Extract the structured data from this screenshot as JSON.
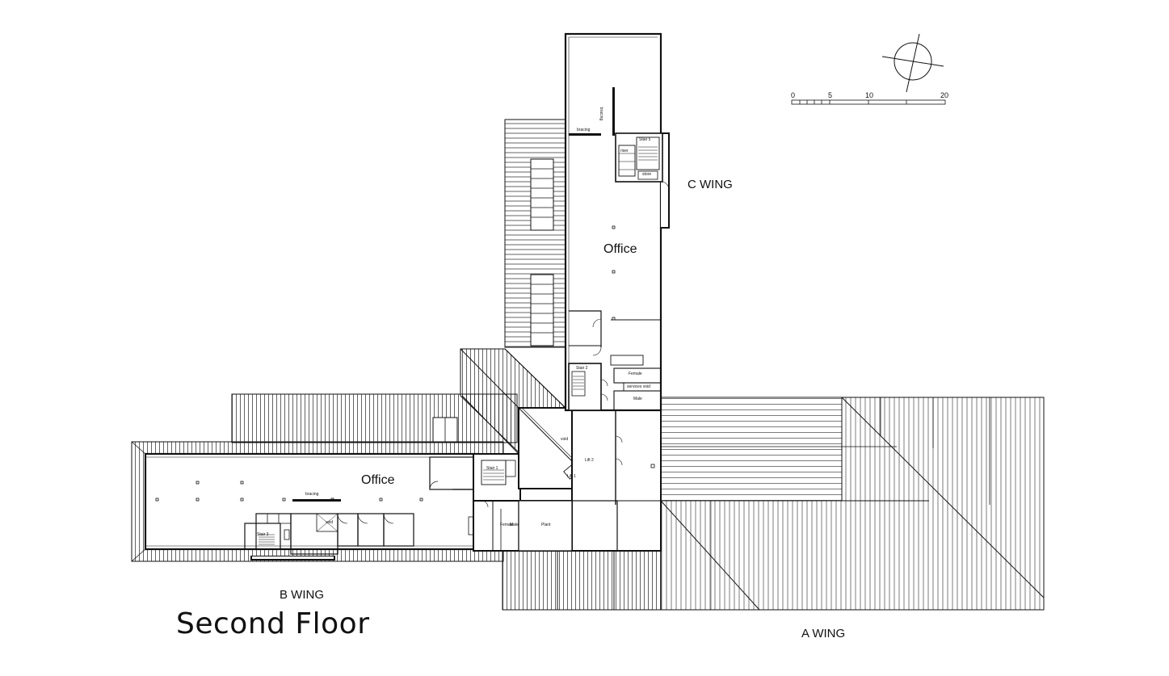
{
  "title": "Second Floor",
  "wings": {
    "a": "A WING",
    "b": "B WING",
    "c": "C WING"
  },
  "rooms": {
    "office_c": "Office",
    "office_b": "Office",
    "stair_1": "Stair 1",
    "stair_2": "Stair 2",
    "stair_3": "Stair 3",
    "stair_5": "Stair 5",
    "female_c": "Female",
    "male_c": "Male",
    "services_void": "services void",
    "female_b": "Female",
    "male_b": "Male",
    "plant": "Plant",
    "void_atrium": "void",
    "void_b": "void",
    "lift_1": "Lift 1",
    "lift_2": "Lift 2",
    "bracing_b": "bracing",
    "bracing_c": "bracing",
    "bracing_v": "bracing",
    "riser": "riser",
    "store": "store"
  },
  "scale_bar": {
    "ticks": [
      "0",
      "5",
      "10",
      "20"
    ],
    "values": [
      0,
      5,
      10,
      20
    ]
  },
  "icons": {
    "north": "north-arrow-icon"
  }
}
